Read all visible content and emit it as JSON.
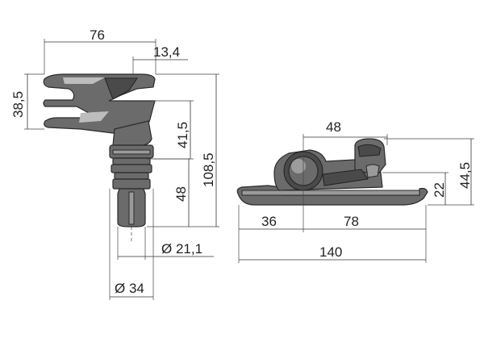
{
  "dimensions": {
    "side_width": "76",
    "top_offset": "13,4",
    "height_top": "38,5",
    "mid_height": "41,5",
    "total_height": "108,5",
    "shaft_length": "48",
    "inner_diameter": "Ø 21,1",
    "outer_diameter": "Ø 34",
    "boss_width": "48",
    "base_height": "44,5",
    "hook_height": "22",
    "left_offset": "36",
    "right_span": "78",
    "total_length": "140"
  },
  "colors": {
    "part": "#6b6b6b",
    "line": "#333333"
  }
}
